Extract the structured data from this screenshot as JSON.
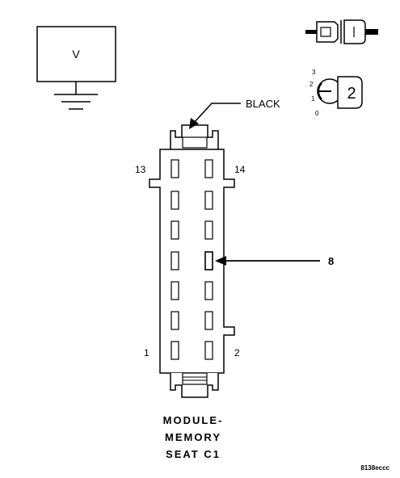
{
  "meter": {
    "label": "V"
  },
  "connector": {
    "color_label": "BLACK",
    "pin_top_left": "13",
    "pin_top_right": "14",
    "pin_bottom_left": "1",
    "pin_bottom_right": "2",
    "callout_pin": "8",
    "title_lines": [
      "MODULE-",
      "MEMORY",
      "SEAT C1"
    ]
  },
  "probe_icon": {
    "number": "2",
    "scale": [
      "3",
      "2",
      "1",
      "0"
    ]
  },
  "figure_code": "8138eccc"
}
